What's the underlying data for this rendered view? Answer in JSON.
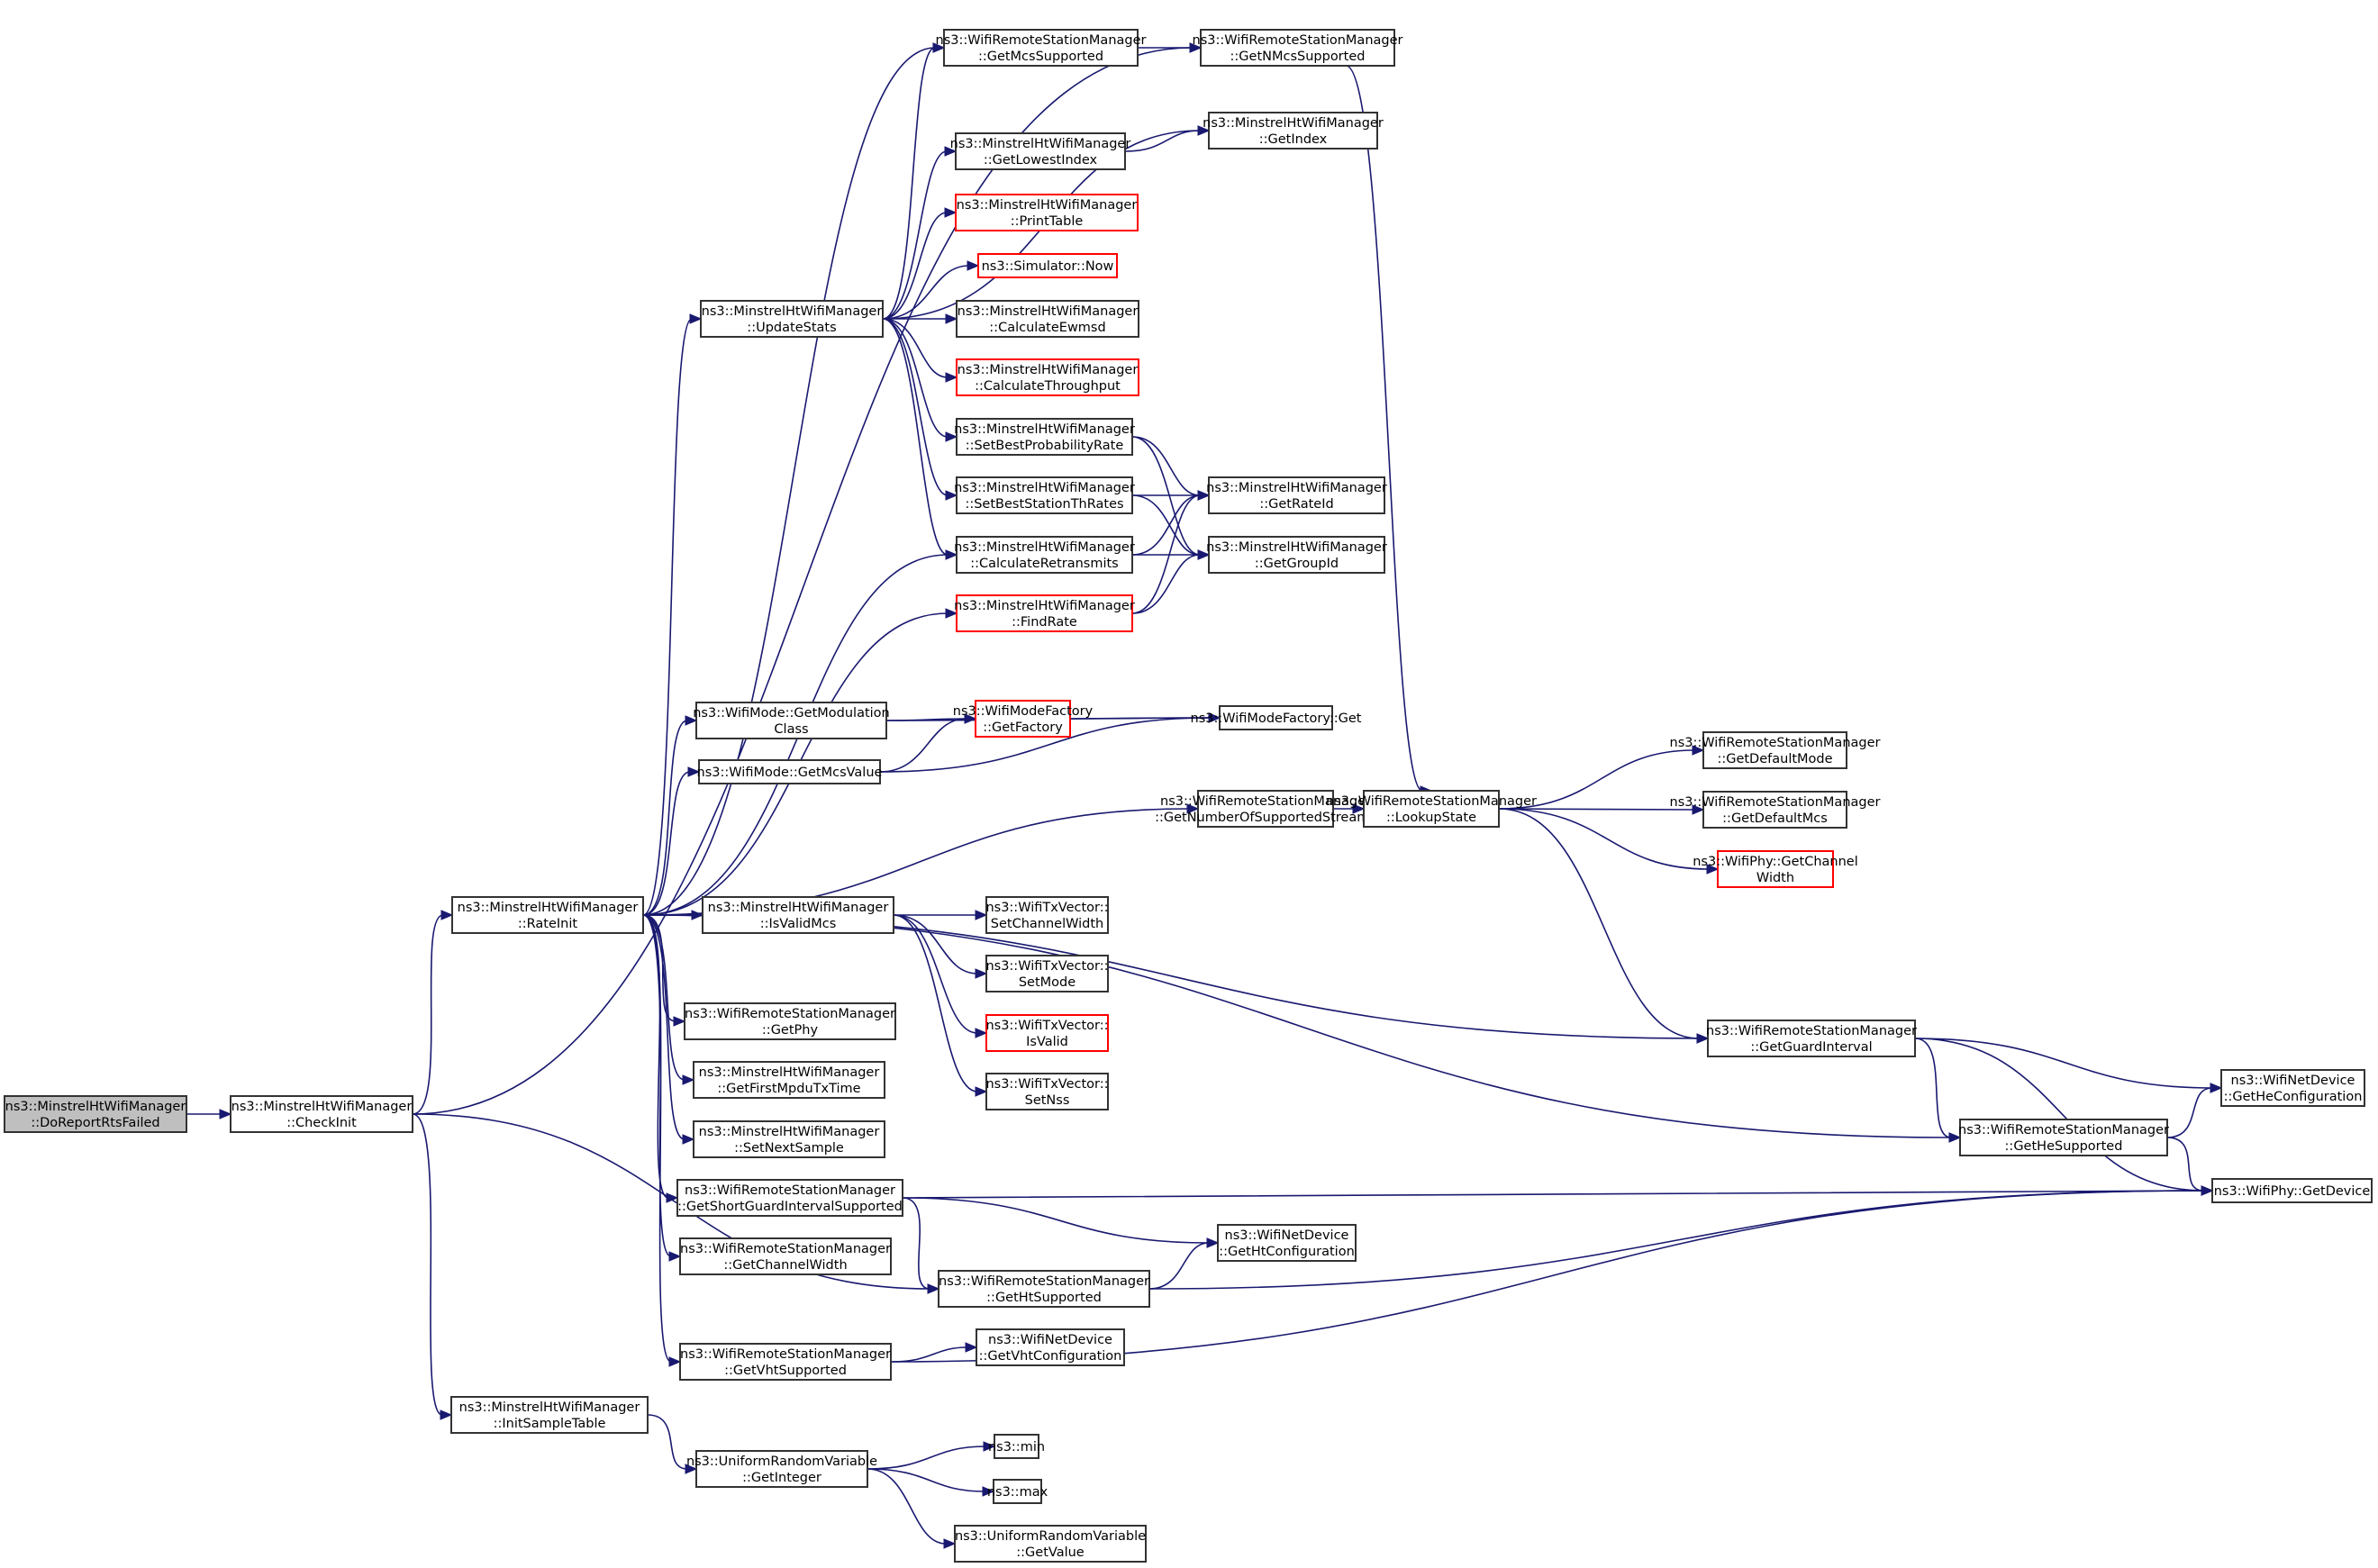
{
  "title": "Call graph: ns3::MinstrelHtWifiManager::DoReportRtsFailed",
  "colors": {
    "edge": "#191970",
    "root_fill": "#bfbfbf",
    "border": "#333333",
    "undocumented_border": "#ff0000"
  },
  "nodes": [
    {
      "id": "doReportRtsFailed",
      "lines": [
        "ns3::MinstrelHtWifiManager",
        "::DoReportRtsFailed"
      ],
      "style": "root"
    },
    {
      "id": "checkInit",
      "lines": [
        "ns3::MinstrelHtWifiManager",
        "::CheckInit"
      ],
      "style": "normal"
    },
    {
      "id": "getMcsSupported",
      "lines": [
        "ns3::WifiRemoteStationManager",
        "::GetMcsSupported"
      ],
      "style": "normal"
    },
    {
      "id": "getNMcsSupported",
      "lines": [
        "ns3::WifiRemoteStationManager",
        "::GetNMcsSupported"
      ],
      "style": "normal"
    },
    {
      "id": "getIndex",
      "lines": [
        "ns3::MinstrelHtWifiManager",
        "::GetIndex"
      ],
      "style": "normal"
    },
    {
      "id": "getLowestIndex",
      "lines": [
        "ns3::MinstrelHtWifiManager",
        "::GetLowestIndex"
      ],
      "style": "normal"
    },
    {
      "id": "printTable",
      "lines": [
        "ns3::MinstrelHtWifiManager",
        "::PrintTable"
      ],
      "style": "red"
    },
    {
      "id": "simNow",
      "lines": [
        "ns3::Simulator::Now"
      ],
      "style": "red"
    },
    {
      "id": "updateStats",
      "lines": [
        "ns3::MinstrelHtWifiManager",
        "::UpdateStats"
      ],
      "style": "normal"
    },
    {
      "id": "calcEwmsd",
      "lines": [
        "ns3::MinstrelHtWifiManager",
        "::CalculateEwmsd"
      ],
      "style": "normal"
    },
    {
      "id": "calcThroughput",
      "lines": [
        "ns3::MinstrelHtWifiManager",
        "::CalculateThroughput"
      ],
      "style": "red"
    },
    {
      "id": "setBestProb",
      "lines": [
        "ns3::MinstrelHtWifiManager",
        "::SetBestProbabilityRate"
      ],
      "style": "normal"
    },
    {
      "id": "setBestStation",
      "lines": [
        "ns3::MinstrelHtWifiManager",
        "::SetBestStationThRates"
      ],
      "style": "normal"
    },
    {
      "id": "getRateId",
      "lines": [
        "ns3::MinstrelHtWifiManager",
        "::GetRateId"
      ],
      "style": "normal"
    },
    {
      "id": "calcRetransmits",
      "lines": [
        "ns3::MinstrelHtWifiManager",
        "::CalculateRetransmits"
      ],
      "style": "normal"
    },
    {
      "id": "getGroupId",
      "lines": [
        "ns3::MinstrelHtWifiManager",
        "::GetGroupId"
      ],
      "style": "normal"
    },
    {
      "id": "findRate",
      "lines": [
        "ns3::MinstrelHtWifiManager",
        "::FindRate"
      ],
      "style": "red"
    },
    {
      "id": "getModClass",
      "lines": [
        "ns3::WifiMode::GetModulation",
        "Class"
      ],
      "style": "normal"
    },
    {
      "id": "getFactory",
      "lines": [
        "ns3::WifiModeFactory",
        "::GetFactory"
      ],
      "style": "red"
    },
    {
      "id": "factoryGet",
      "lines": [
        "ns3::WifiModeFactory::Get"
      ],
      "style": "normal"
    },
    {
      "id": "getMcsValue",
      "lines": [
        "ns3::WifiMode::GetMcsValue"
      ],
      "style": "normal"
    },
    {
      "id": "getNumStreams",
      "lines": [
        "ns3::WifiRemoteStationManager",
        "::GetNumberOfSupportedStreams"
      ],
      "style": "normal"
    },
    {
      "id": "lookupState",
      "lines": [
        "ns3::WifiRemoteStationManager",
        "::LookupState"
      ],
      "style": "normal"
    },
    {
      "id": "getDefaultMode",
      "lines": [
        "ns3::WifiRemoteStationManager",
        "::GetDefaultMode"
      ],
      "style": "normal"
    },
    {
      "id": "getDefaultMcs",
      "lines": [
        "ns3::WifiRemoteStationManager",
        "::GetDefaultMcs"
      ],
      "style": "normal"
    },
    {
      "id": "phyGetChanWidth",
      "lines": [
        "ns3::WifiPhy::GetChannel",
        "Width"
      ],
      "style": "red"
    },
    {
      "id": "rateInit",
      "lines": [
        "ns3::MinstrelHtWifiManager",
        "::RateInit"
      ],
      "style": "normal"
    },
    {
      "id": "isValidMcs",
      "lines": [
        "ns3::MinstrelHtWifiManager",
        "::IsValidMcs"
      ],
      "style": "normal"
    },
    {
      "id": "setChanWidth",
      "lines": [
        "ns3::WifiTxVector::",
        "SetChannelWidth"
      ],
      "style": "normal"
    },
    {
      "id": "setMode",
      "lines": [
        "ns3::WifiTxVector::",
        "SetMode"
      ],
      "style": "normal"
    },
    {
      "id": "isValid",
      "lines": [
        "ns3::WifiTxVector::",
        "IsValid"
      ],
      "style": "red"
    },
    {
      "id": "setNss",
      "lines": [
        "ns3::WifiTxVector::",
        "SetNss"
      ],
      "style": "normal"
    },
    {
      "id": "getPhy",
      "lines": [
        "ns3::WifiRemoteStationManager",
        "::GetPhy"
      ],
      "style": "normal"
    },
    {
      "id": "getFirstMpdu",
      "lines": [
        "ns3::MinstrelHtWifiManager",
        "::GetFirstMpduTxTime"
      ],
      "style": "normal"
    },
    {
      "id": "setNextSample",
      "lines": [
        "ns3::MinstrelHtWifiManager",
        "::SetNextSample"
      ],
      "style": "normal"
    },
    {
      "id": "getGuardInterval",
      "lines": [
        "ns3::WifiRemoteStationManager",
        "::GetGuardInterval"
      ],
      "style": "normal"
    },
    {
      "id": "getHeConfig",
      "lines": [
        "ns3::WifiNetDevice",
        "::GetHeConfiguration"
      ],
      "style": "normal"
    },
    {
      "id": "getHeSupported",
      "lines": [
        "ns3::WifiRemoteStationManager",
        "::GetHeSupported"
      ],
      "style": "normal"
    },
    {
      "id": "getShortGI",
      "lines": [
        "ns3::WifiRemoteStationManager",
        "::GetShortGuardIntervalSupported"
      ],
      "style": "normal"
    },
    {
      "id": "phyGetDevice",
      "lines": [
        "ns3::WifiPhy::GetDevice"
      ],
      "style": "normal"
    },
    {
      "id": "getChanWidth",
      "lines": [
        "ns3::WifiRemoteStationManager",
        "::GetChannelWidth"
      ],
      "style": "normal"
    },
    {
      "id": "getHtConfig",
      "lines": [
        "ns3::WifiNetDevice",
        "::GetHtConfiguration"
      ],
      "style": "normal"
    },
    {
      "id": "getHtSupported",
      "lines": [
        "ns3::WifiRemoteStationManager",
        "::GetHtSupported"
      ],
      "style": "normal"
    },
    {
      "id": "getVhtSupported",
      "lines": [
        "ns3::WifiRemoteStationManager",
        "::GetVhtSupported"
      ],
      "style": "normal"
    },
    {
      "id": "getVhtConfig",
      "lines": [
        "ns3::WifiNetDevice",
        "::GetVhtConfiguration"
      ],
      "style": "normal"
    },
    {
      "id": "initSampleTable",
      "lines": [
        "ns3::MinstrelHtWifiManager",
        "::InitSampleTable"
      ],
      "style": "normal"
    },
    {
      "id": "getInteger",
      "lines": [
        "ns3::UniformRandomVariable",
        "::GetInteger"
      ],
      "style": "normal"
    },
    {
      "id": "nsMin",
      "lines": [
        "ns3::min"
      ],
      "style": "normal"
    },
    {
      "id": "nsMax",
      "lines": [
        "ns3::max"
      ],
      "style": "normal"
    },
    {
      "id": "getValue",
      "lines": [
        "ns3::UniformRandomVariable",
        "::GetValue"
      ],
      "style": "normal"
    }
  ],
  "edges": [
    [
      "doReportRtsFailed",
      "checkInit"
    ],
    [
      "checkInit",
      "getNMcsSupported"
    ],
    [
      "checkInit",
      "rateInit"
    ],
    [
      "checkInit",
      "getHtSupported"
    ],
    [
      "checkInit",
      "initSampleTable"
    ],
    [
      "getMcsSupported",
      "getNMcsSupported"
    ],
    [
      "getNMcsSupported",
      "lookupState"
    ],
    [
      "getLowestIndex",
      "getIndex"
    ],
    [
      "updateStats",
      "getMcsSupported"
    ],
    [
      "updateStats",
      "getIndex"
    ],
    [
      "updateStats",
      "getLowestIndex"
    ],
    [
      "updateStats",
      "printTable"
    ],
    [
      "updateStats",
      "simNow"
    ],
    [
      "updateStats",
      "calcEwmsd"
    ],
    [
      "updateStats",
      "calcThroughput"
    ],
    [
      "updateStats",
      "setBestProb"
    ],
    [
      "updateStats",
      "setBestStation"
    ],
    [
      "updateStats",
      "calcRetransmits"
    ],
    [
      "setBestProb",
      "getRateId"
    ],
    [
      "setBestProb",
      "getGroupId"
    ],
    [
      "setBestStation",
      "getRateId"
    ],
    [
      "setBestStation",
      "getGroupId"
    ],
    [
      "calcRetransmits",
      "getRateId"
    ],
    [
      "calcRetransmits",
      "getGroupId"
    ],
    [
      "findRate",
      "getRateId"
    ],
    [
      "findRate",
      "getGroupId"
    ],
    [
      "getModClass",
      "getFactory"
    ],
    [
      "getModClass",
      "factoryGet"
    ],
    [
      "getFactory",
      "factoryGet"
    ],
    [
      "getMcsValue",
      "getFactory"
    ],
    [
      "getMcsValue",
      "factoryGet"
    ],
    [
      "getNumStreams",
      "lookupState"
    ],
    [
      "lookupState",
      "getDefaultMode"
    ],
    [
      "lookupState",
      "getDefaultMcs"
    ],
    [
      "lookupState",
      "phyGetChanWidth"
    ],
    [
      "lookupState",
      "getGuardInterval"
    ],
    [
      "rateInit",
      "getMcsSupported"
    ],
    [
      "rateInit",
      "updateStats"
    ],
    [
      "rateInit",
      "calcRetransmits"
    ],
    [
      "rateInit",
      "findRate"
    ],
    [
      "rateInit",
      "getModClass"
    ],
    [
      "rateInit",
      "getMcsValue"
    ],
    [
      "rateInit",
      "getNumStreams"
    ],
    [
      "rateInit",
      "getGuardInterval"
    ],
    [
      "rateInit",
      "isValidMcs"
    ],
    [
      "rateInit",
      "getHeSupported"
    ],
    [
      "rateInit",
      "getPhy"
    ],
    [
      "rateInit",
      "getFirstMpdu"
    ],
    [
      "rateInit",
      "setNextSample"
    ],
    [
      "rateInit",
      "getShortGI"
    ],
    [
      "rateInit",
      "getChanWidth"
    ],
    [
      "rateInit",
      "getVhtSupported"
    ],
    [
      "isValidMcs",
      "setChanWidth"
    ],
    [
      "isValidMcs",
      "setMode"
    ],
    [
      "isValidMcs",
      "isValid"
    ],
    [
      "isValidMcs",
      "setNss"
    ],
    [
      "getGuardInterval",
      "getHeConfig"
    ],
    [
      "getGuardInterval",
      "getHeSupported"
    ],
    [
      "getGuardInterval",
      "phyGetDevice"
    ],
    [
      "getHeSupported",
      "getHeConfig"
    ],
    [
      "getHeSupported",
      "phyGetDevice"
    ],
    [
      "getShortGI",
      "phyGetDevice"
    ],
    [
      "getShortGI",
      "getHtConfig"
    ],
    [
      "getShortGI",
      "getHtSupported"
    ],
    [
      "getHtSupported",
      "getHtConfig"
    ],
    [
      "getHtSupported",
      "phyGetDevice"
    ],
    [
      "getVhtSupported",
      "getVhtConfig"
    ],
    [
      "getVhtSupported",
      "phyGetDevice"
    ],
    [
      "initSampleTable",
      "getInteger"
    ],
    [
      "getInteger",
      "nsMin"
    ],
    [
      "getInteger",
      "nsMax"
    ],
    [
      "getInteger",
      "getValue"
    ]
  ]
}
